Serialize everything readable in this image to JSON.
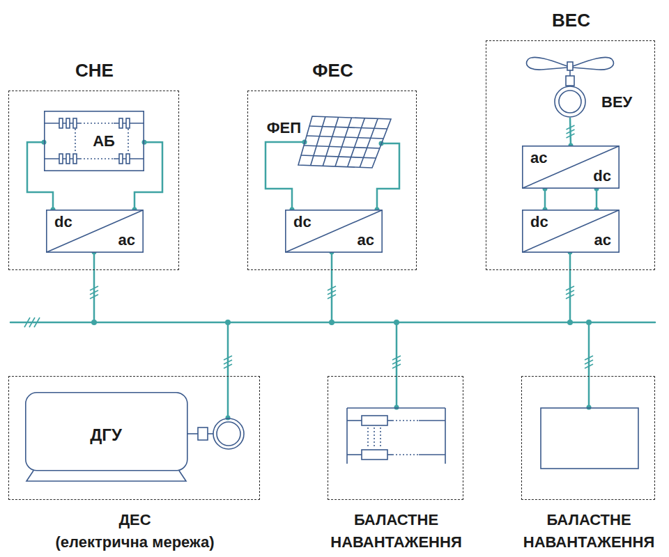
{
  "diagram": {
    "nodes": [
      {
        "text": [
          "СНЕ"
        ]
      },
      {
        "text": [
          "АБ"
        ],
        "in": 0
      },
      {
        "text": [
          "dc",
          "ac"
        ],
        "in": 0
      },
      {
        "text": [
          "ФЕС"
        ]
      },
      {
        "text": [
          "ФЕП"
        ],
        "in": 3
      },
      {
        "text": [
          "dc",
          "ac"
        ],
        "in": 3
      },
      {
        "text": [
          "ВЕС"
        ]
      },
      {
        "text": [
          "ВЕУ"
        ],
        "in": 6
      },
      {
        "text": [
          "ac",
          "dc"
        ],
        "in": 6
      },
      {
        "text": [
          "dc",
          "ac"
        ],
        "in": 6
      },
      {
        "text": [
          "ДЕС",
          "(електрична мережа)"
        ]
      },
      {
        "text": [
          "ДГУ"
        ],
        "in": 10
      },
      {
        "text": [
          "БАЛАСТНЕ НАВАНТАЖЕННЯ"
        ]
      },
      {
        "text": [
          "БАЛАСТНЕ НАВАНТАЖЕННЯ"
        ]
      }
    ],
    "edges": [
      {
        "from": 1,
        "to": 2,
        "arrow": "none"
      },
      {
        "from": 1,
        "to": 2,
        "arrow": "none"
      },
      {
        "from": 4,
        "to": 5,
        "arrow": "none"
      },
      {
        "from": 4,
        "to": 5,
        "arrow": "none"
      },
      {
        "from": 7,
        "to": 8,
        "arrow": "none"
      },
      {
        "from": 8,
        "to": 9,
        "arrow": "none"
      },
      {
        "from": 8,
        "to": 9,
        "arrow": "none"
      }
    ]
  }
}
